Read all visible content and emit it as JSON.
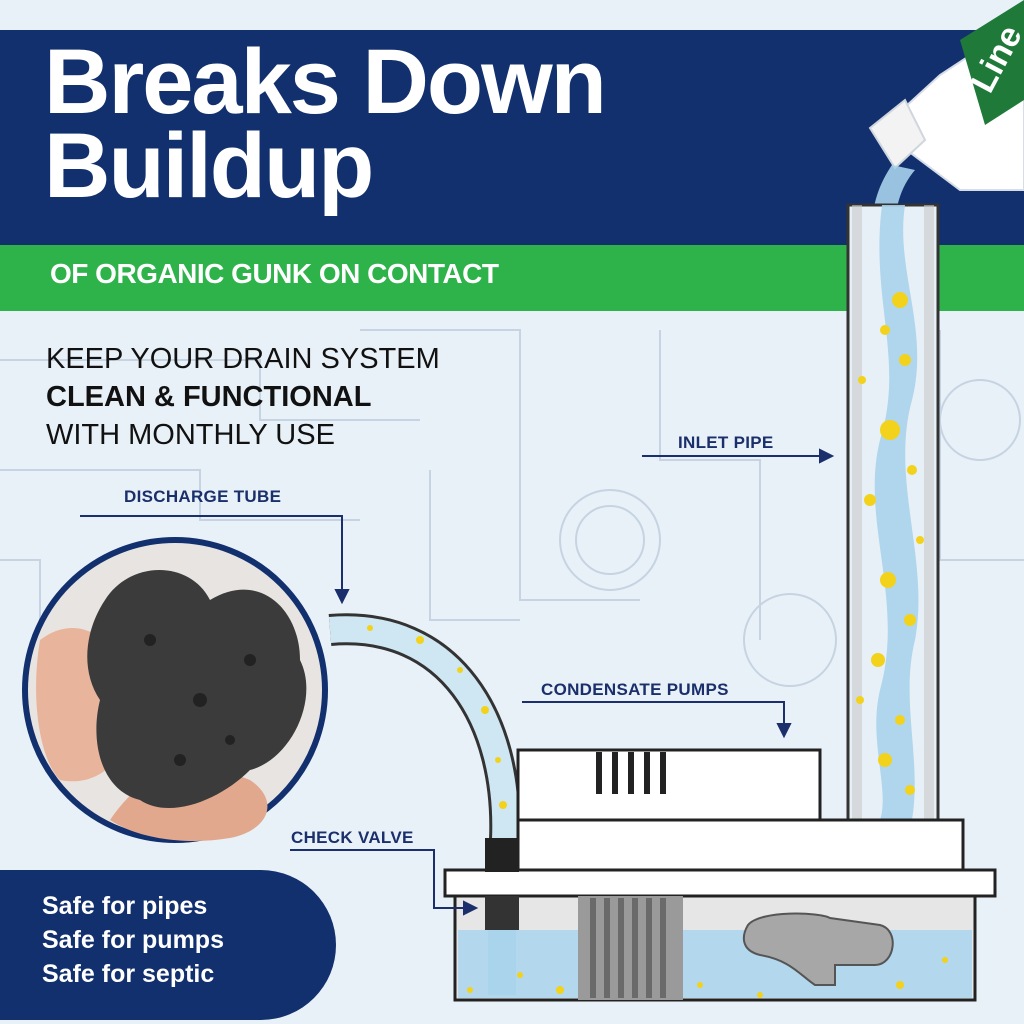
{
  "headline": {
    "line1": "Breaks Down",
    "line2": "Buildup"
  },
  "subheadline": "OF ORGANIC GUNK ON CONTACT",
  "lead": {
    "line1": "KEEP YOUR DRAIN SYSTEM",
    "line2": "CLEAN & FUNCTIONAL",
    "line3": "WITH MONTHLY USE"
  },
  "callouts": {
    "inlet_pipe": "INLET PIPE",
    "discharge_tube": "DISCHARGE TUBE",
    "condensate_pumps": "CONDENSATE PUMPS",
    "check_valve": "CHECK VALVE"
  },
  "bottle_label": "Line",
  "safety": [
    "Safe for pipes",
    "Safe for pumps",
    "Safe for septic"
  ],
  "colors": {
    "navy": "#12306e",
    "green": "#2db34a",
    "water": "#a9d3ec",
    "gunk": "#f2d21b",
    "text_dark": "#1a2f6b"
  }
}
